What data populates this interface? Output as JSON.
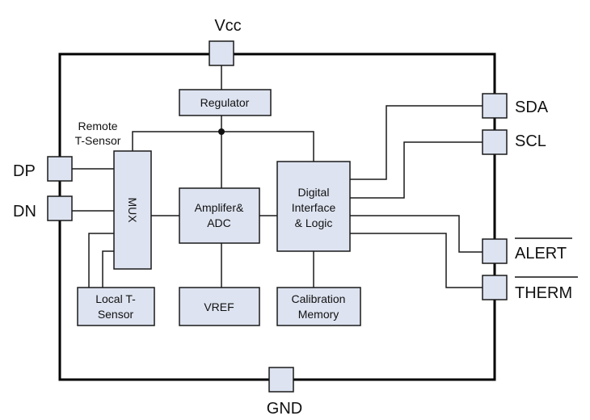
{
  "pins": {
    "vcc": "Vcc",
    "gnd": "GND",
    "dp": "DP",
    "dn": "DN",
    "sda": "SDA",
    "scl": "SCL",
    "alert": "ALERT",
    "therm": "THERM"
  },
  "blocks": {
    "regulator": "Regulator",
    "mux": "MUX",
    "amp_line1": "Amplifer&",
    "amp_line2": "ADC",
    "digital_line1": "Digital",
    "digital_line2": "Interface",
    "digital_line3": "& Logic",
    "vref": "VREF",
    "cal_line1": "Calibration",
    "cal_line2": "Memory",
    "local_line1": "Local T-",
    "local_line2": "Sensor"
  },
  "labels": {
    "remote_line1": "Remote",
    "remote_line2": "T-Sensor"
  },
  "colors": {
    "block_fill": "#dde3f0",
    "line": "#1a1a1a"
  }
}
